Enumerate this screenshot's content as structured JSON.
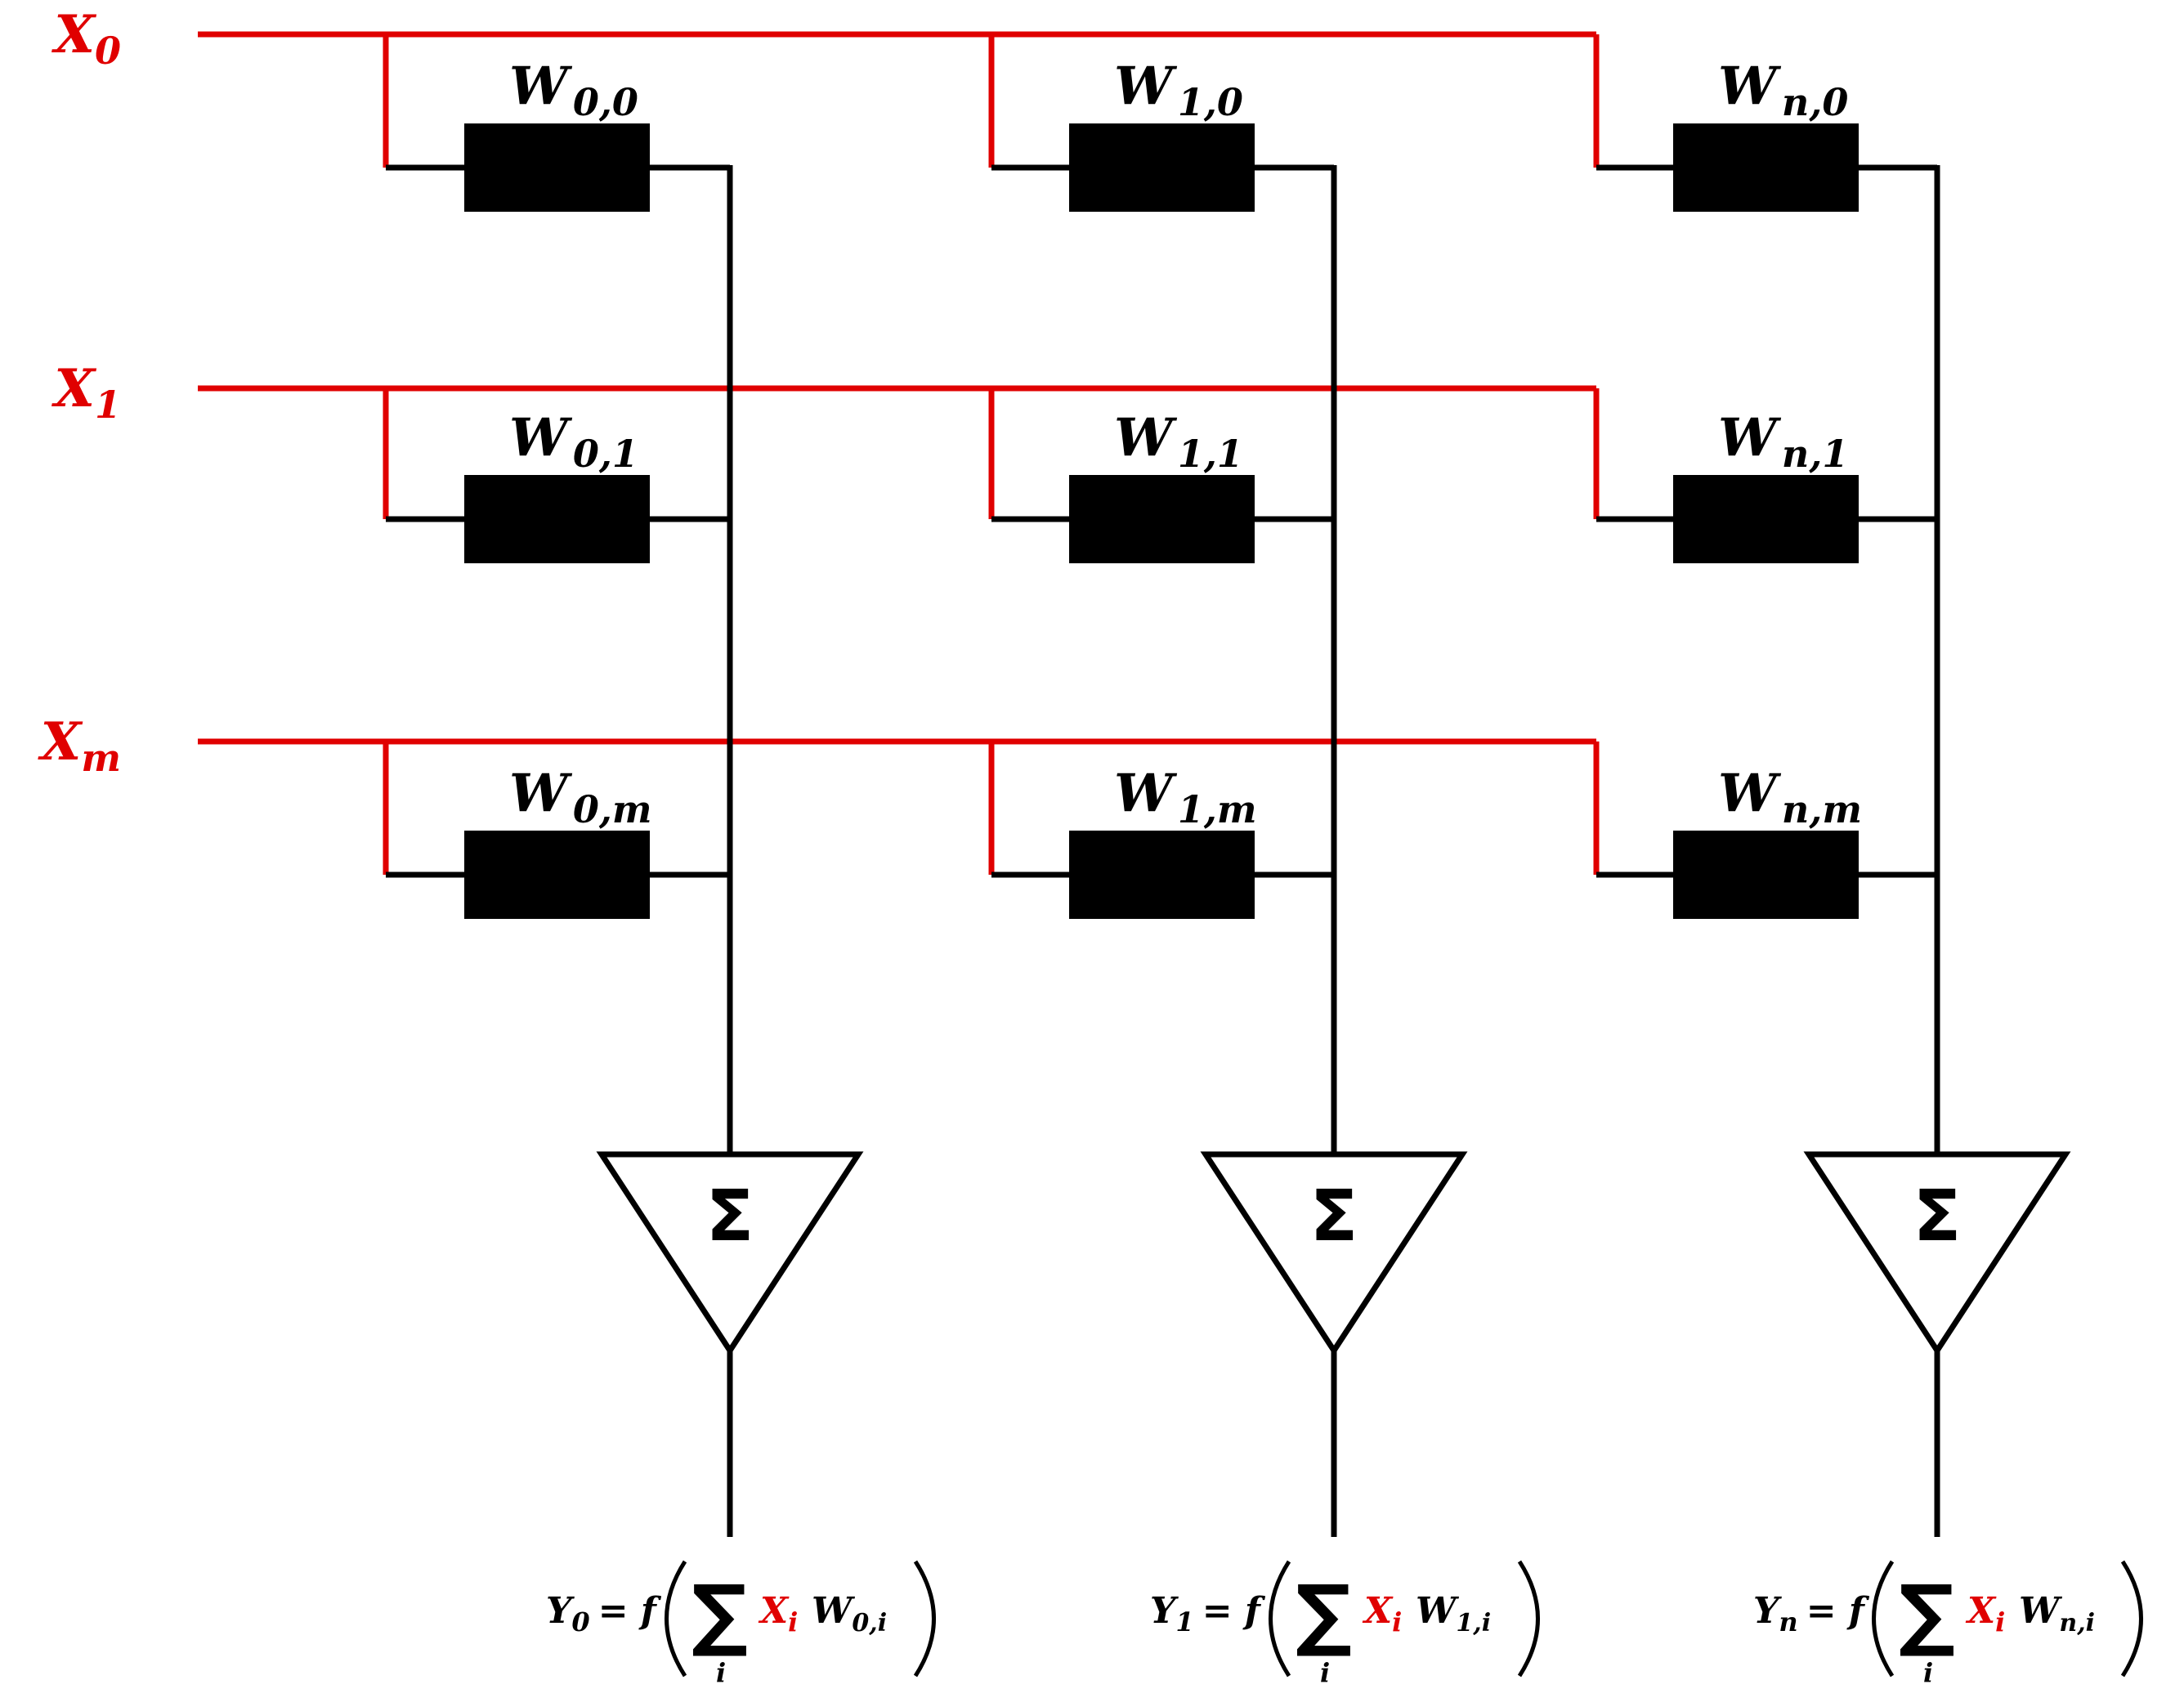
{
  "colors": {
    "input": "#e00000",
    "wire": "#000000",
    "weight": "#000000"
  },
  "inputs": [
    {
      "name": "X",
      "sub": "0"
    },
    {
      "name": "X",
      "sub": "1"
    },
    {
      "name": "X",
      "sub": "m"
    }
  ],
  "columns": [
    {
      "weights": [
        {
          "name": "W",
          "sub": "0,0"
        },
        {
          "name": "W",
          "sub": "0,1"
        },
        {
          "name": "W",
          "sub": "0,m"
        }
      ],
      "summer_symbol": "Σ",
      "output": {
        "y": "Y",
        "y_sub": "0",
        "eq": "= f",
        "sum_sym": "∑",
        "sum_index": "i",
        "x": "X",
        "x_sub": "i",
        "w": "W",
        "w_sub": "0,i"
      }
    },
    {
      "weights": [
        {
          "name": "W",
          "sub": "1,0"
        },
        {
          "name": "W",
          "sub": "1,1"
        },
        {
          "name": "W",
          "sub": "1,m"
        }
      ],
      "summer_symbol": "Σ",
      "output": {
        "y": "Y",
        "y_sub": "1",
        "eq": "= f",
        "sum_sym": "∑",
        "sum_index": "i",
        "x": "X",
        "x_sub": "i",
        "w": "W",
        "w_sub": "1,i"
      }
    },
    {
      "weights": [
        {
          "name": "W",
          "sub": "n,0"
        },
        {
          "name": "W",
          "sub": "n,1"
        },
        {
          "name": "W",
          "sub": "n,m"
        }
      ],
      "summer_symbol": "Σ",
      "output": {
        "y": "Y",
        "y_sub": "n",
        "eq": "= f",
        "sum_sym": "∑",
        "sum_index": "i",
        "x": "X",
        "x_sub": "i",
        "w": "W",
        "w_sub": "n,i"
      }
    }
  ]
}
